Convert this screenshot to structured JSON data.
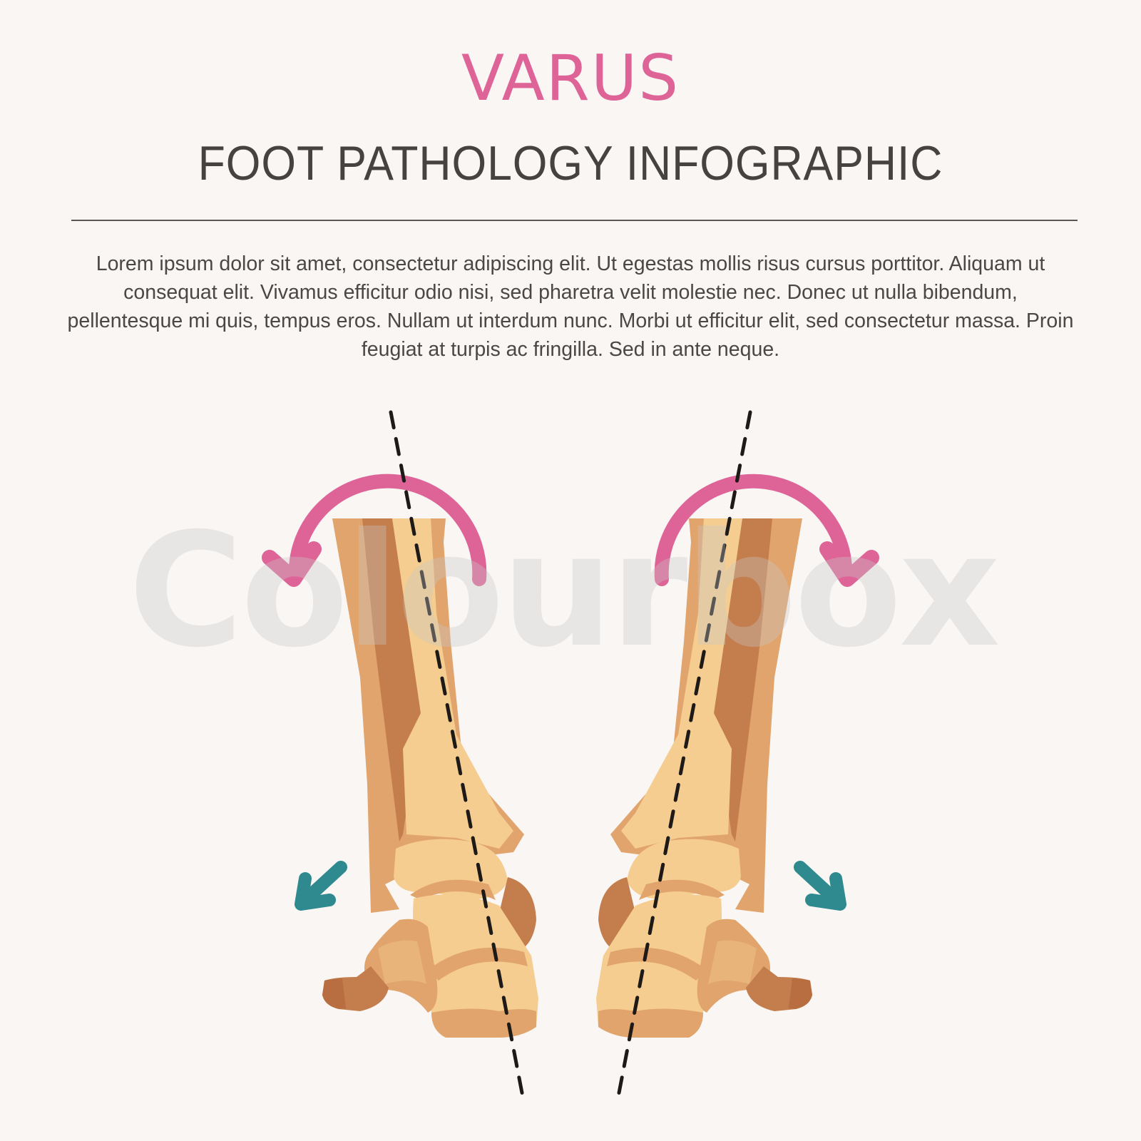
{
  "header": {
    "title": "VARUS",
    "subtitle": "FOOT PATHOLOGY INFOGRAPHIC"
  },
  "description": "Lorem ipsum dolor sit amet, consectetur adipiscing elit. Ut egestas mollis risus cursus porttitor. Aliquam ut consequat elit. Vivamus efficitur odio nisi, sed pharetra velit molestie nec. Donec ut nulla bibendum, pellentesque mi quis, tempus eros. Nullam ut interdum nunc. Morbi ut efficitur elit, sed consectetur massa. Proin feugiat at turpis ac fringilla. Sed in ante neque.",
  "watermark": "Colourbox",
  "illustration": {
    "left_foot": {
      "rotation_arrow": "counter-clockwise-arrow-icon",
      "tilt_arrow": "down-left-arrow-icon",
      "axis": "dashed-axis-line"
    },
    "right_foot": {
      "rotation_arrow": "clockwise-arrow-icon",
      "tilt_arrow": "down-right-arrow-icon",
      "axis": "dashed-axis-line"
    }
  },
  "colors": {
    "background": "#f9f6f4",
    "title_pink": "#de6497",
    "text_dark": "#454240",
    "teal_arrow": "#2f8a8f",
    "bone_light": "#f5cd90",
    "bone_mid": "#e0a46c",
    "bone_dark": "#c47d4c",
    "axis_line": "#1e1a18"
  }
}
